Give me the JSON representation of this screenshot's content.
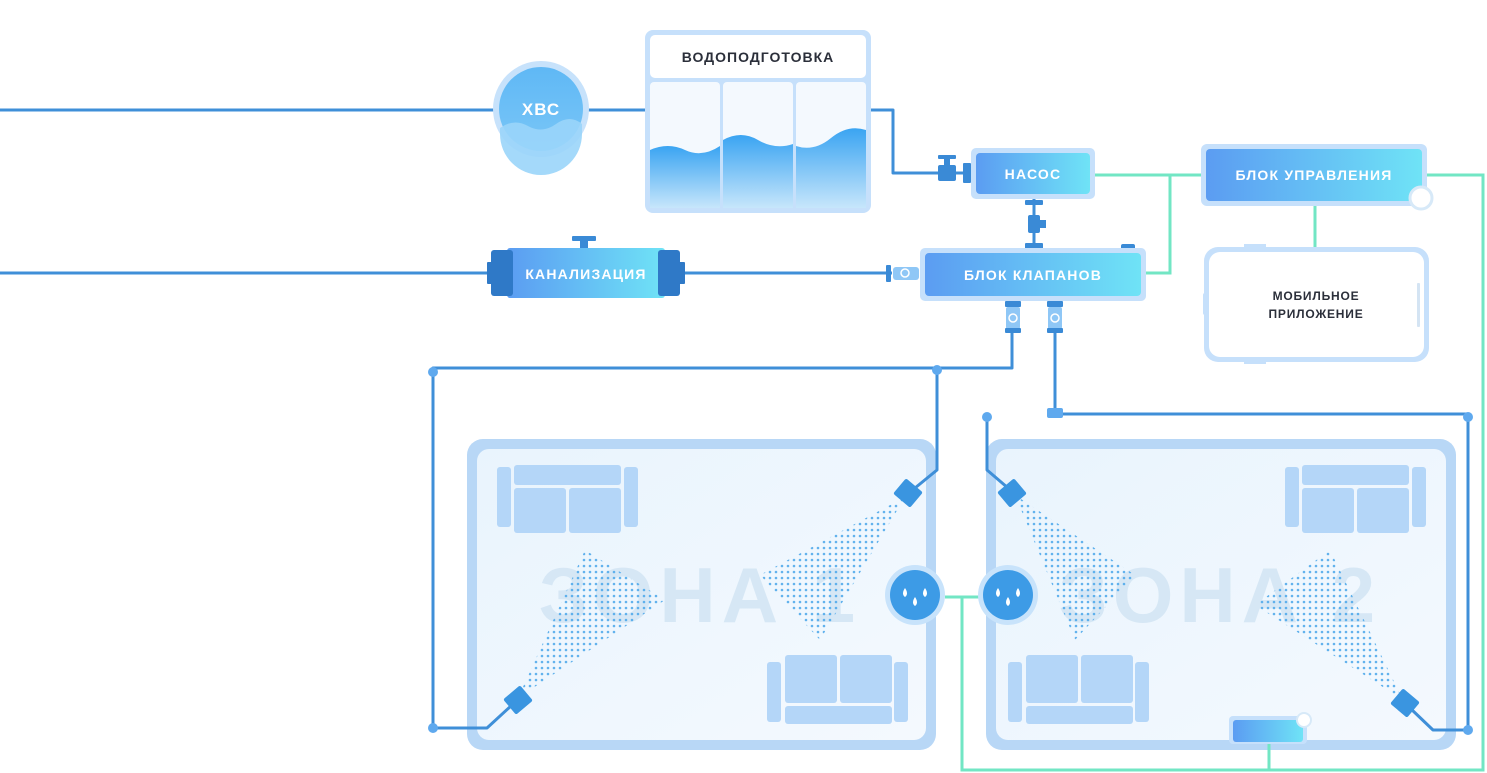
{
  "nodes": {
    "cold_water": "ХВС",
    "water_treatment": "ВОДОПОДГОТОВКА",
    "pump": "НАСОС",
    "control_unit": "БЛОК УПРАВЛЕНИЯ",
    "sewage": "КАНАЛИЗАЦИЯ",
    "valve_block": "БЛОК КЛАПАНОВ",
    "mobile_app_line1": "МОБИЛЬНОЕ",
    "mobile_app_line2": "ПРИЛОЖЕНИЕ"
  },
  "zones": {
    "zone1": "ЗОНА 1",
    "zone2": "ЗОНА 2"
  },
  "colors": {
    "pipe_blue": "#3f8fd8",
    "signal_green": "#6fe6c2",
    "gradient_start": "#5b9cf2",
    "gradient_end": "#6fe3f6",
    "zone_fill": "#eaf5fd",
    "zone_border": "#b9d9f7"
  }
}
